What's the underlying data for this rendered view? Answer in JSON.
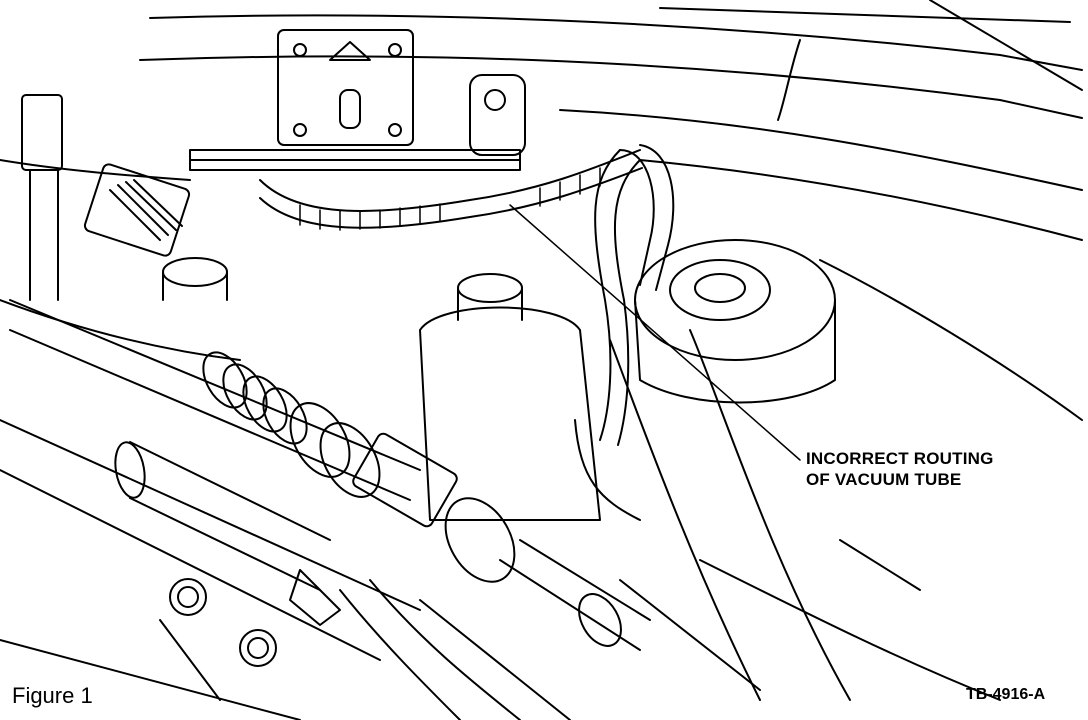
{
  "figure": {
    "caption": "Figure 1",
    "code": "TB-4916-A",
    "callout": {
      "line1": "INCORRECT ROUTING",
      "line2": "OF VACUUM TUBE"
    }
  }
}
